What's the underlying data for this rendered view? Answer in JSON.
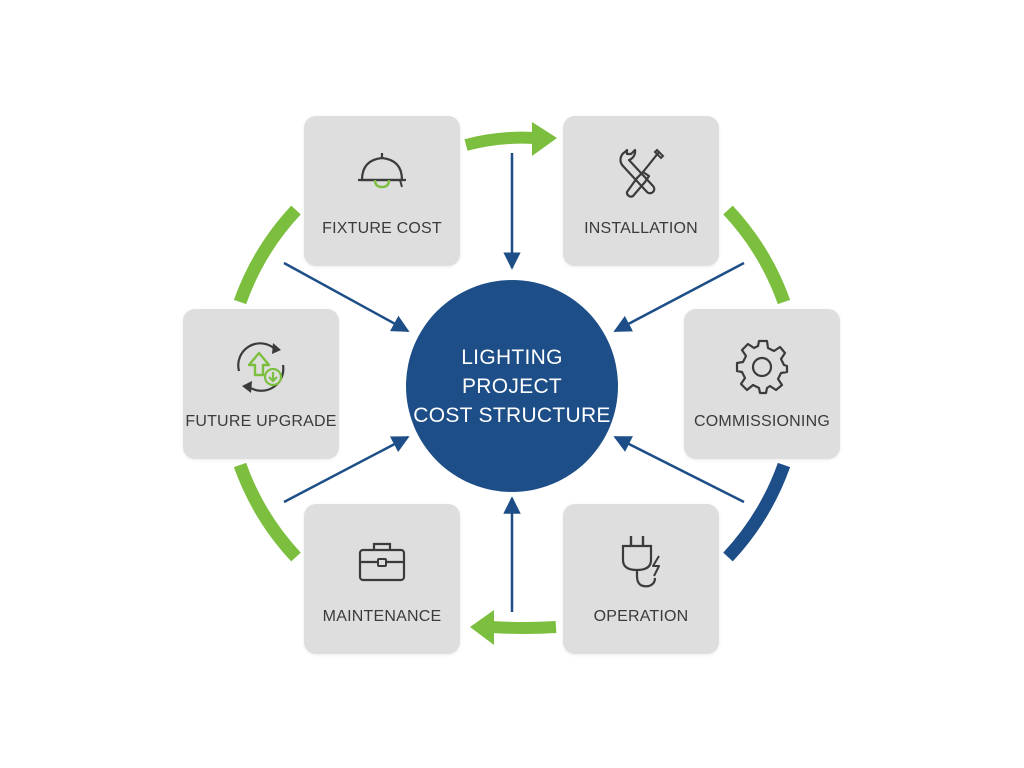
{
  "center": {
    "line1": "LIGHTING",
    "line2": "PROJECT",
    "line3": "COST STRUCTURE"
  },
  "nodes": {
    "fixture": {
      "label": "FIXTURE COST",
      "icon": "light-fixture-icon"
    },
    "installation": {
      "label": "INSTALLATION",
      "icon": "wrench-screwdriver-icon"
    },
    "commissioning": {
      "label": "COMMISSIONING",
      "icon": "gear-icon"
    },
    "operation": {
      "label": "OPERATION",
      "icon": "power-plug-icon"
    },
    "maintenance": {
      "label": "MAINTENANCE",
      "icon": "toolbox-icon"
    },
    "upgrade": {
      "label": "FUTURE UPGRADE",
      "icon": "upgrade-cycle-icon"
    }
  },
  "colors": {
    "hub": "#1d4e87",
    "arrow_blue": "#1d4e87",
    "ring_green": "#7cbf3e",
    "ring_blue": "#1d4e87",
    "node_fill": "#dedede",
    "label_text": "#3b3b3b"
  }
}
